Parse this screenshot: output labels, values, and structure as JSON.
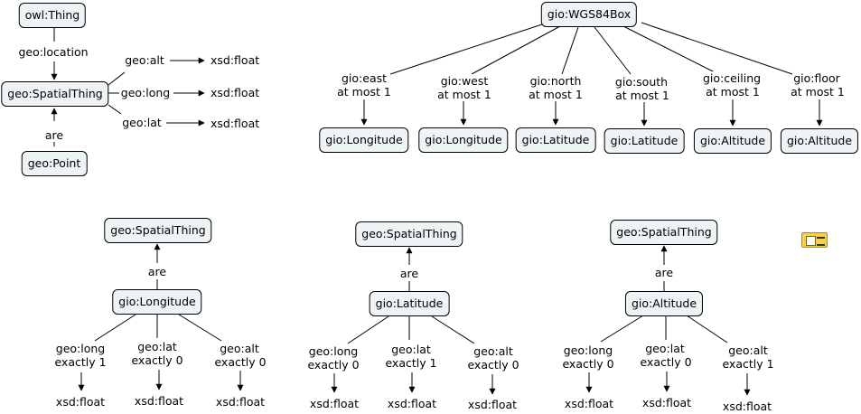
{
  "diagram1": {
    "owl_thing": "owl:Thing",
    "geo_location": "geo:location",
    "spatial_thing": "geo:SpatialThing",
    "geo_alt": "geo:alt",
    "geo_long": "geo:long",
    "geo_lat": "geo:lat",
    "xsd_float": "xsd:float",
    "are": "are",
    "geo_point": "geo:Point"
  },
  "diagram2": {
    "root": "gio:WGS84Box",
    "east": "gio:east",
    "west": "gio:west",
    "north": "gio:north",
    "south": "gio:south",
    "ceiling": "gio:ceiling",
    "floor": "gio:floor",
    "at_most_1": "at most 1",
    "longitude": "gio:Longitude",
    "latitude": "gio:Latitude",
    "altitude": "gio:Altitude"
  },
  "lower": {
    "spatial_thing": "geo:SpatialThing",
    "are": "are",
    "longitude": "gio:Longitude",
    "latitude": "gio:Latitude",
    "altitude": "gio:Altitude",
    "geo_long": "geo:long",
    "geo_lat": "geo:lat",
    "geo_alt": "geo:alt",
    "exactly_0": "exactly 0",
    "exactly_1": "exactly 1",
    "xsd_float": "xsd:float"
  },
  "note_icon": "concept-note-icon"
}
